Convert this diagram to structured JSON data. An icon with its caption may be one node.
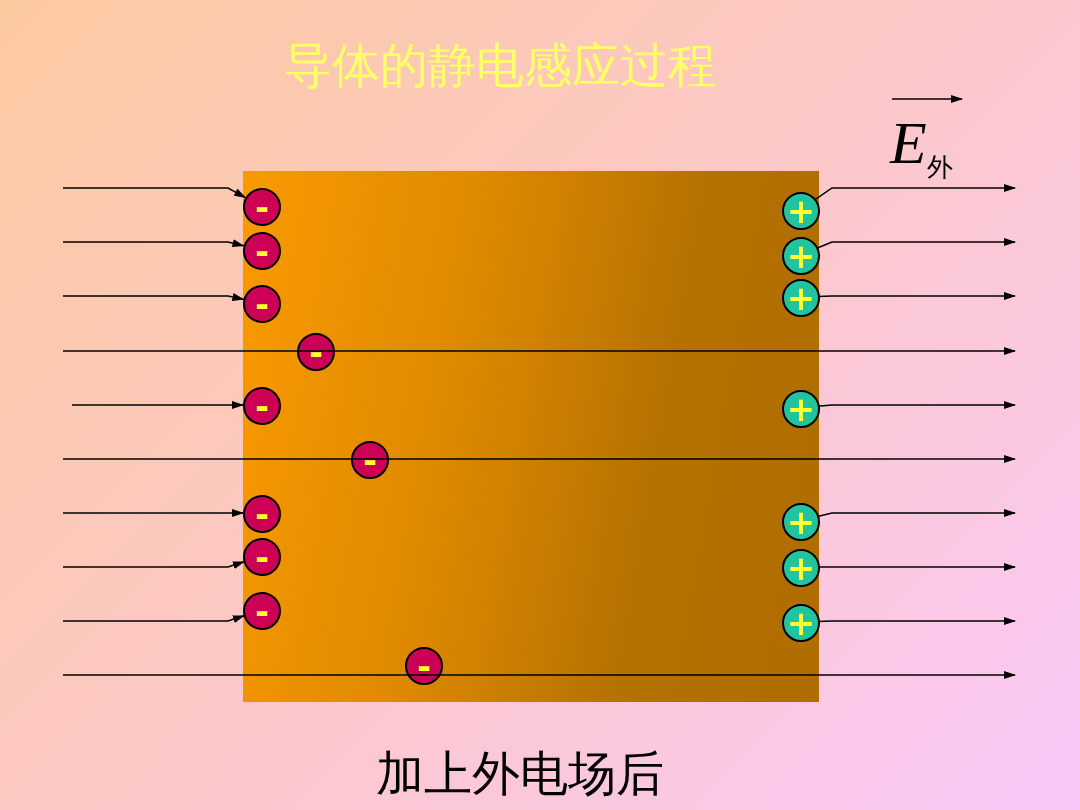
{
  "diagram": {
    "title": "导体的静电感应过程",
    "caption": "加上外电场后",
    "nodes": [
      {
        "text": [],
        "shape": "box"
      },
      {
        "text": [
          "-"
        ],
        "in": 0
      },
      {
        "text": [
          "+"
        ],
        "in": 0
      },
      {
        "text": [
          "-"
        ],
        "in": 0
      },
      {
        "text": [
          "+"
        ],
        "in": 0
      },
      {
        "text": [
          "+"
        ],
        "in": 0
      },
      {
        "text": [
          "-"
        ],
        "in": 0
      },
      {
        "text": [
          "-"
        ],
        "in": 0
      },
      {
        "text": [
          "-"
        ],
        "in": 0
      },
      {
        "text": [
          "+"
        ],
        "in": 0
      },
      {
        "text": [
          "-"
        ],
        "in": 0
      },
      {
        "text": [
          "-"
        ],
        "in": 0
      },
      {
        "text": [
          "+"
        ],
        "in": 0
      },
      {
        "text": [
          "-"
        ],
        "in": 0
      },
      {
        "text": [
          "+"
        ],
        "in": 0
      },
      {
        "text": [
          "-"
        ],
        "in": 0
      },
      {
        "text": [
          "+"
        ],
        "in": 0
      },
      {
        "text": [
          "-"
        ],
        "in": 0
      }
    ],
    "edges": [
      {
        "from": null,
        "to": 1,
        "arrow": "to"
      },
      {
        "from": 2,
        "to": null,
        "arrow": "to"
      },
      {
        "from": null,
        "to": 3,
        "arrow": "to"
      },
      {
        "from": 4,
        "to": null,
        "arrow": "to"
      },
      {
        "from": null,
        "to": 6,
        "arrow": "to"
      },
      {
        "from": 5,
        "to": null,
        "arrow": "to"
      },
      {
        "from": null,
        "to": 8,
        "arrow": "to"
      },
      {
        "from": 9,
        "to": null,
        "arrow": "to"
      },
      {
        "from": null,
        "to": 11,
        "arrow": "to"
      },
      {
        "from": 12,
        "to": null,
        "arrow": "to"
      },
      {
        "from": null,
        "to": 13,
        "arrow": "to"
      },
      {
        "from": 14,
        "to": null,
        "arrow": "to"
      },
      {
        "from": null,
        "to": 15,
        "arrow": "to"
      },
      {
        "from": 16,
        "to": null,
        "arrow": "to"
      }
    ],
    "labels": [
      "*E*$_{外}$"
    ]
  }
}
